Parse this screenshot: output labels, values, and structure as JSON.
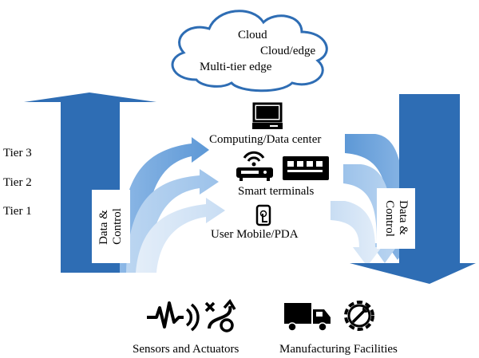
{
  "cloud": {
    "line1": "Cloud",
    "line2": "Cloud/edge",
    "line3": "Multi-tier edge"
  },
  "tiers": {
    "tier3": "Tier 3",
    "tier2": "Tier 2",
    "tier1": "Tier 1"
  },
  "left_label": {
    "line1": "Data &",
    "line2": "Control"
  },
  "right_label": {
    "line1": "Data &",
    "line2": "Control"
  },
  "devices": {
    "computing": "Computing/Data center",
    "smart_terminals": "Smart terminals",
    "user_mobile": "User Mobile/PDA"
  },
  "bottom": {
    "sensors": "Sensors and Actuators",
    "manufacturing": "Manufacturing Facilities"
  },
  "icons": {
    "computer": "desktop-computer-icon",
    "router": "wifi-router-icon",
    "switch": "network-switch-icon",
    "phone": "touch-phone-icon",
    "sensor": "pulse-signal-icon",
    "actuator": "route-actuator-icon",
    "truck": "truck-icon",
    "gear": "gear-wrench-icon"
  },
  "colors": {
    "dark_blue": "#2e6db4",
    "mid_blue": "#6ea4da",
    "light_blue": "#a9c9ec",
    "pale_blue": "#d6e6f6",
    "cloud_stroke": "#2e6db4"
  }
}
